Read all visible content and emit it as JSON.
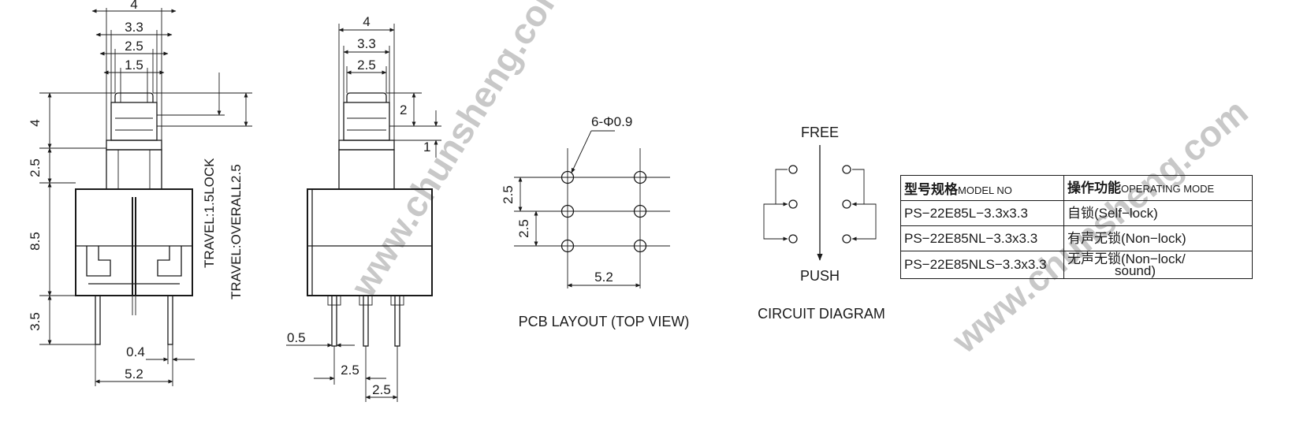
{
  "watermark": "www.chunsheng.com",
  "front_view": {
    "dims": [
      "4",
      "3.3",
      "2.5",
      "1.5",
      "4",
      "2.5",
      "8.5",
      "3.5",
      "0.4",
      "5.2"
    ],
    "travel_lock": "TRAVEL:1.5LOCK",
    "travel_overall": "TRAVEL:OVERALL2.5"
  },
  "side_view": {
    "dims": [
      "4",
      "3.3",
      "2.5",
      "2",
      "1",
      "0.5",
      "2.5",
      "2.5"
    ]
  },
  "pcb_layout": {
    "hole_label": "6-Φ0.9",
    "dims": [
      "2.5",
      "2.5",
      "5.2"
    ],
    "caption": "PCB LAYOUT (TOP VIEW)"
  },
  "circuit": {
    "free_label": "FREE",
    "push_label": "PUSH",
    "caption": "CIRCUIT DIAGRAM"
  },
  "table": {
    "header_model_cn": "型号规格",
    "header_model_en": "MODEL NO",
    "header_mode_cn": "操作功能",
    "header_mode_en": "OPERATING MODE",
    "rows": [
      {
        "model": "PS−22E85L−3.3x3.3",
        "mode": "自锁(Self−lock)"
      },
      {
        "model": "PS−22E85NL−3.3x3.3",
        "mode": "有声无锁(Non−lock)"
      },
      {
        "model": "PS−22E85NLS−3.3x3.3",
        "mode": "无声无锁(Non−lock/",
        "mode_line2": "sound)"
      }
    ]
  }
}
